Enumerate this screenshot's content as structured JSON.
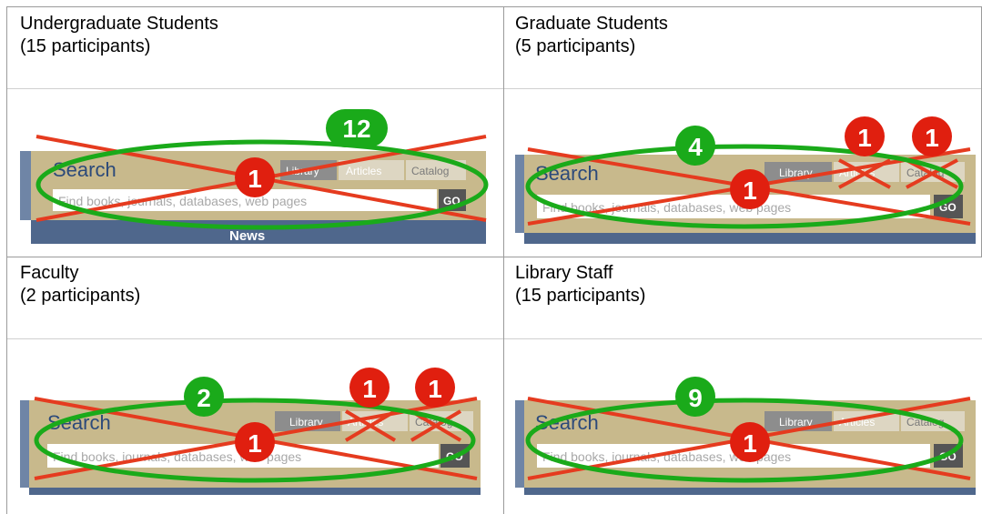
{
  "cells": [
    {
      "title": "Undergraduate Students",
      "subtitle": "(15 participants)",
      "widget": {
        "search_label": "Search",
        "placeholder": "Find books, journals, databases, web pages",
        "go_label": "GO",
        "tabs": [
          "Library",
          "Articles",
          "Catalog"
        ],
        "nav_label": "News"
      },
      "counts": {
        "green": "12",
        "red_main": "1"
      }
    },
    {
      "title": "Graduate Students",
      "subtitle": "(5 participants)",
      "widget": {
        "search_label": "Search",
        "placeholder": "Find books, journals, databases, web pages",
        "go_label": "GO",
        "tabs": [
          "Library",
          "Articles",
          "Catalog"
        ]
      },
      "counts": {
        "green": "4",
        "red_main": "1",
        "red_tab1": "1",
        "red_tab2": "1"
      }
    },
    {
      "title": "Faculty",
      "subtitle": "(2 participants)",
      "widget": {
        "search_label": "Search",
        "placeholder": "Find books, journals, databases, web pages",
        "go_label": "GO",
        "tabs": [
          "Library",
          "Articles",
          "Catalog"
        ]
      },
      "counts": {
        "green": "2",
        "red_main": "1",
        "red_tab1": "1",
        "red_tab2": "1"
      }
    },
    {
      "title": "Library Staff",
      "subtitle": "(15 participants)",
      "widget": {
        "search_label": "Search",
        "placeholder": "Find books, journals, databases, web pages",
        "go_label": "GO",
        "tabs": [
          "Library",
          "Articles",
          "Catalog"
        ]
      },
      "counts": {
        "green": "9",
        "red_main": "1"
      }
    }
  ],
  "colors": {
    "widget_bg": "#c8b98c",
    "side_bar": "#6f85a6",
    "search_text": "#2c4a7a",
    "tab_active": "#8d8d8d",
    "tab_bg": "#ddd6c2",
    "go_bg": "#555555",
    "green": "#1aaa1a",
    "red": "#e01f0f",
    "cross_line": "#e53b1f"
  }
}
